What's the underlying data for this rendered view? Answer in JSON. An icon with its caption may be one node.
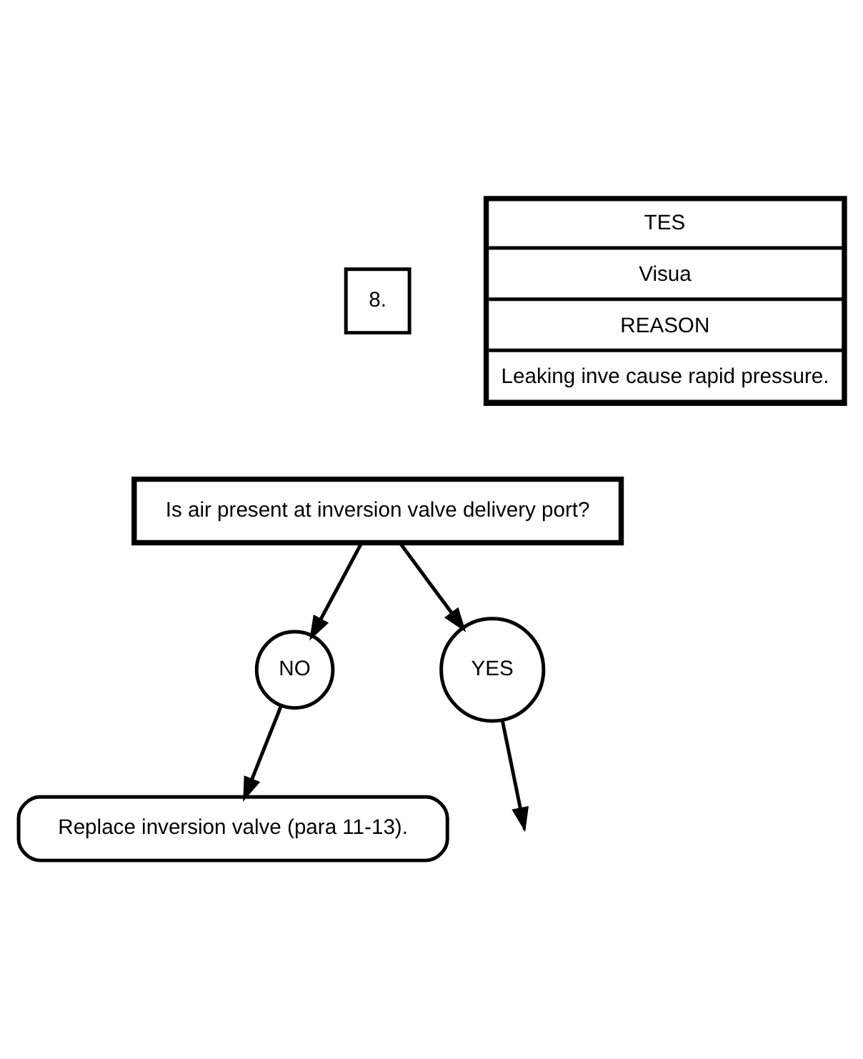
{
  "diagram": {
    "nodes": [
      {
        "text": [
          "8."
        ]
      },
      {
        "text": [
          "Is air present at inversion valve delivery port?"
        ]
      },
      {
        "text": [
          "TES",
          "Visua",
          "REASON",
          "Leaking inve cause rapid pressure."
        ]
      },
      {
        "text": [
          "NO"
        ]
      },
      {
        "text": [
          "Replace inversion valve (para 11-13)."
        ]
      },
      {
        "text": [
          "YES"
        ]
      }
    ],
    "edges": [
      {
        "from": 1,
        "to": 3,
        "arrow": "to"
      },
      {
        "from": 3,
        "to": 4,
        "arrow": "to"
      },
      {
        "from": 1,
        "to": 5,
        "arrow": "to"
      },
      {
        "from": 5,
        "to": null,
        "arrow": "to"
      }
    ]
  }
}
